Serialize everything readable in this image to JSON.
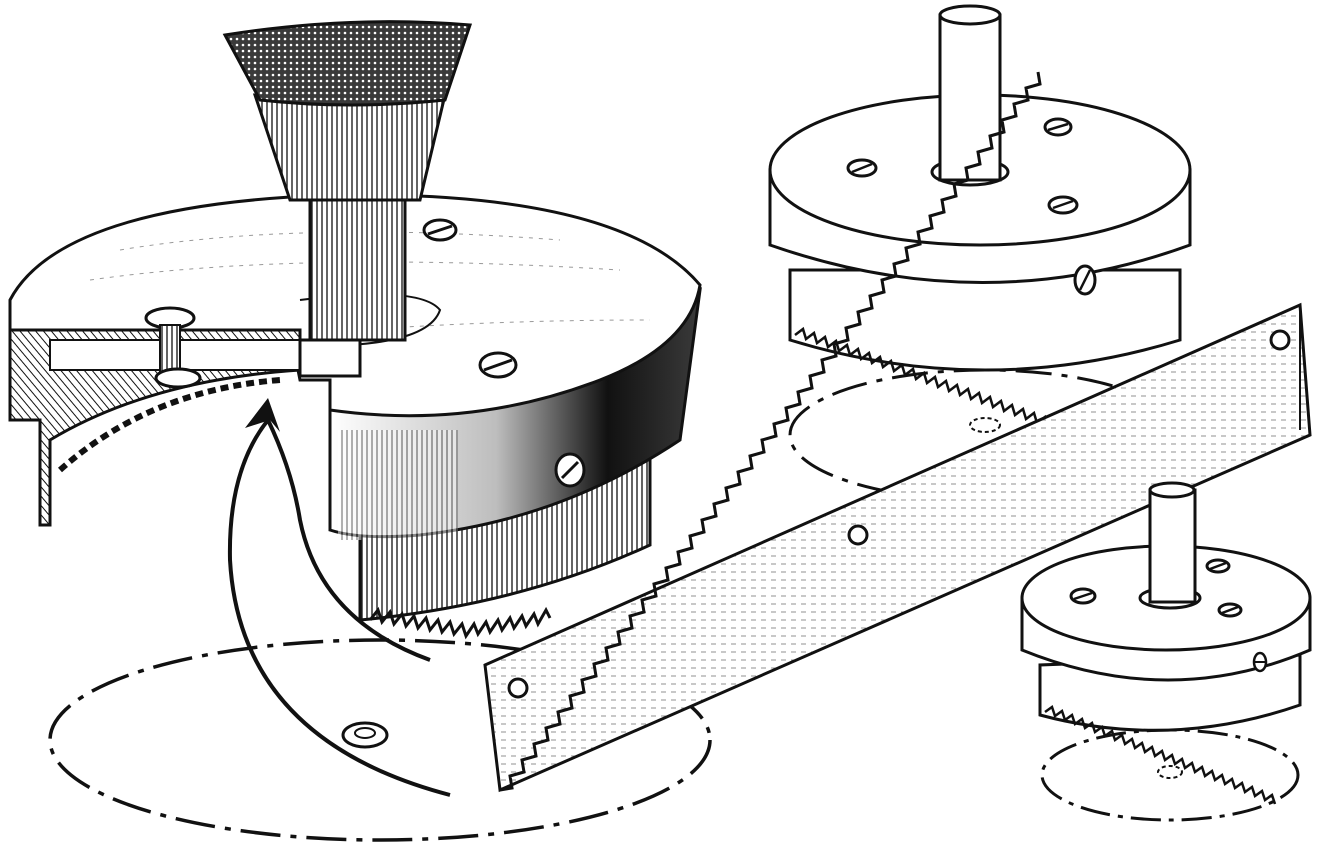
{
  "illustration": {
    "parts": [
      {
        "id": "large-holder",
        "label": ""
      },
      {
        "id": "medium-holder",
        "label": ""
      },
      {
        "id": "small-holder",
        "label": ""
      },
      {
        "id": "saw-strip",
        "label": ""
      }
    ]
  },
  "colors": {
    "ink": "#111111",
    "paper": "#ffffff",
    "shade": "#2a2a2a"
  }
}
